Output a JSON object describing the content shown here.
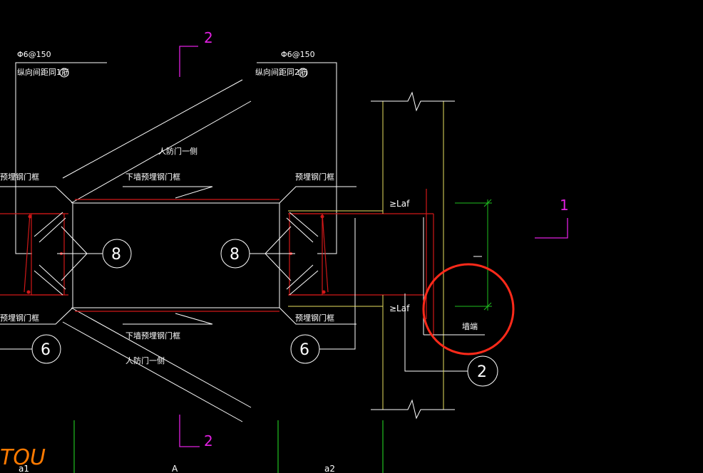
{
  "drawing": {
    "rebar_spec_left": "Φ6@150",
    "rebar_spec_right": "Φ6@150",
    "note_left": "纵向间距同1筋",
    "note_right": "纵向间距同2筋",
    "civil_defense_top": "人防门一侧",
    "civil_defense_bottom": "人防门一侧",
    "lower_frame_top": "下墙预埋钢门框",
    "lower_frame_bottom": "下墙预埋钢门框",
    "frame_left_top": "预埋钢门框",
    "frame_right_top": "预埋钢门框",
    "frame_left_bottom": "预埋钢门框",
    "frame_right_bottom": "预埋钢门框",
    "laf_top": "≥Laf",
    "laf_bottom": "≥Laf",
    "wall_edge": "墙端",
    "section_mark_top": "2",
    "section_mark_bottom": "2",
    "section_mark_right": "1",
    "callout_8_left": "8",
    "callout_8_right": "8",
    "callout_6_left": "6",
    "callout_6_right": "6",
    "callout_2": "2",
    "axis_a1": "a1",
    "axis_a": "A",
    "axis_a2": "a2",
    "handwritten": "TOU"
  },
  "colors": {
    "background": "#000000",
    "line": "#ffffff",
    "rebar": "#d01818",
    "wall": "#e8e060",
    "dimension": "#20c020",
    "section_mark": "#e020e0",
    "highlight": "#ff2a1a",
    "handwriting": "#ff7a00"
  }
}
